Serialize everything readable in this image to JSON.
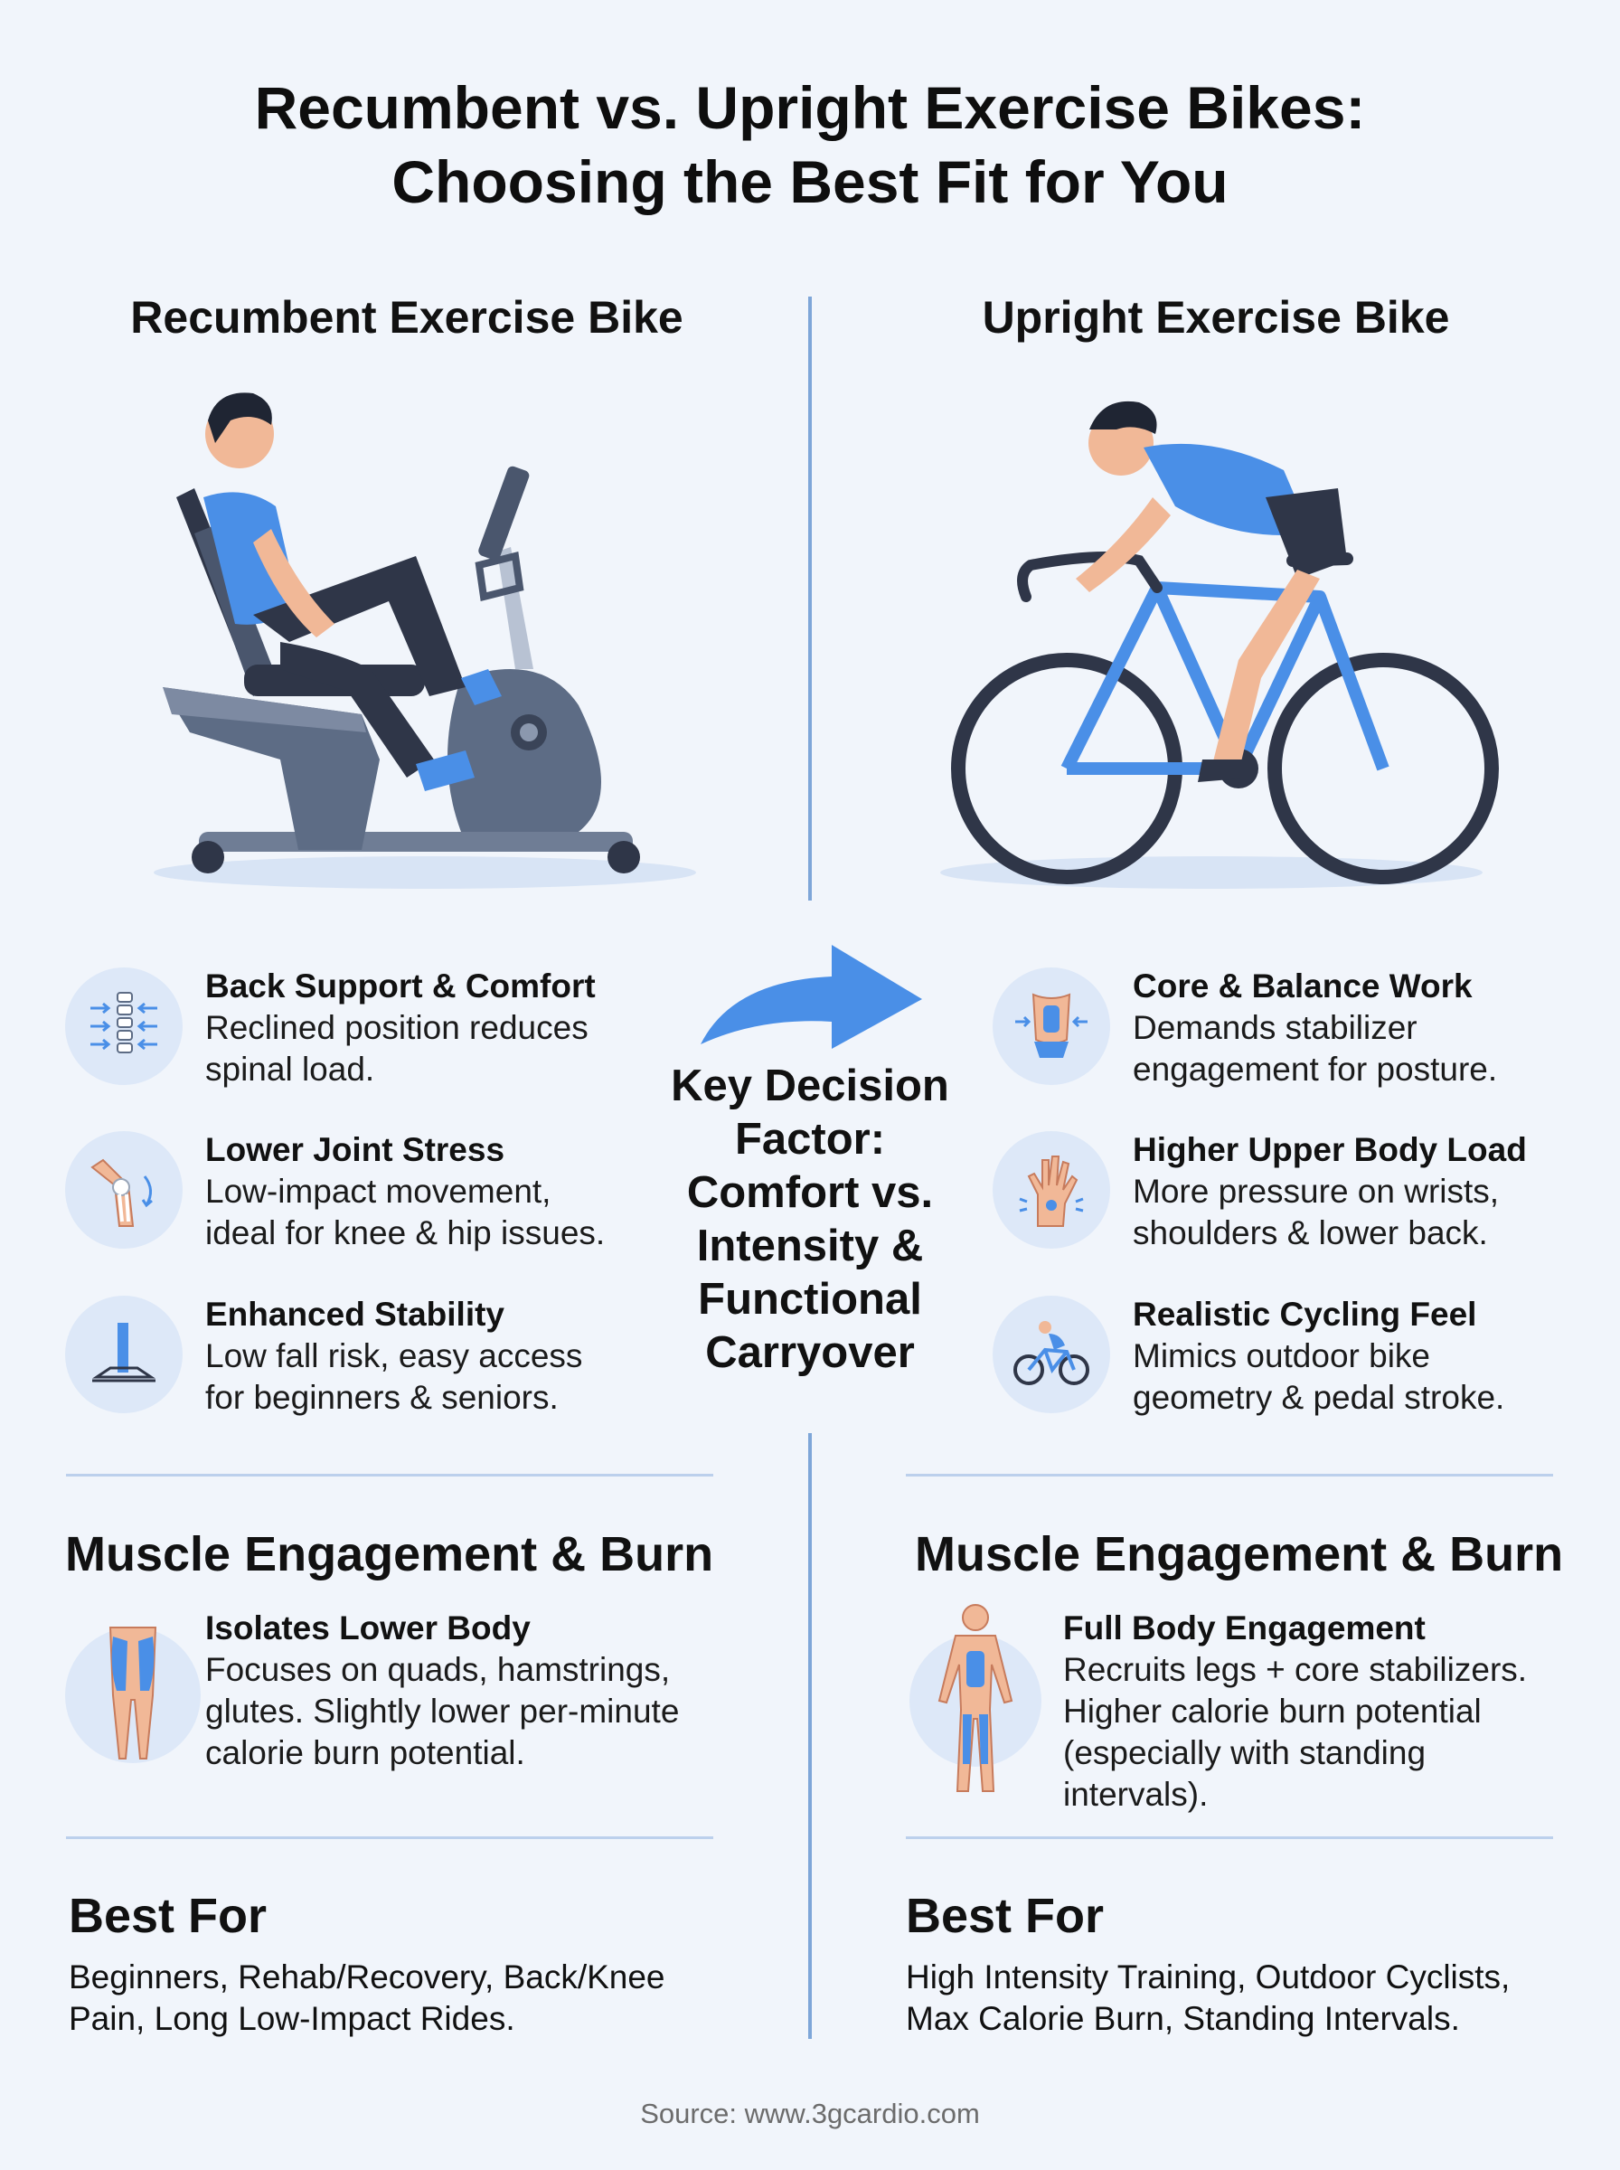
{
  "title": {
    "line1": "Recumbent vs. Upright Exercise Bikes:",
    "line2": "Choosing the Best Fit for You"
  },
  "left": {
    "heading": "Recumbent Exercise Bike",
    "features": [
      {
        "title": "Back Support & Comfort",
        "desc1": "Reclined position reduces",
        "desc2": "spinal load.",
        "icon": "spine-icon"
      },
      {
        "title": "Lower Joint Stress",
        "desc1": "Low-impact movement,",
        "desc2": "ideal for knee & hip issues.",
        "icon": "knee-joint-icon"
      },
      {
        "title": "Enhanced Stability",
        "desc1": "Low fall risk, easy access",
        "desc2": "for beginners & seniors.",
        "icon": "stability-base-icon"
      }
    ],
    "muscle": {
      "heading": "Muscle Engagement & Burn",
      "title": "Isolates Lower Body",
      "lines": [
        "Focuses on quads, hamstrings,",
        "glutes. Slightly lower per-minute",
        "calorie burn potential."
      ],
      "icon": "legs-muscle-icon"
    },
    "best_for": {
      "heading": "Best For",
      "lines": [
        "Beginners, Rehab/Recovery, Back/Knee",
        "Pain, Long Low-Impact Rides."
      ]
    }
  },
  "right": {
    "heading": "Upright Exercise Bike",
    "features": [
      {
        "title": "Core & Balance Work",
        "desc1": "Demands stabilizer",
        "desc2": "engagement for posture.",
        "icon": "core-abs-icon"
      },
      {
        "title": "Higher Upper Body Load",
        "desc1": "More pressure on wrists,",
        "desc2": "shoulders & lower back.",
        "icon": "wrist-hand-icon"
      },
      {
        "title": "Realistic Cycling Feel",
        "desc1": "Mimics outdoor bike",
        "desc2": "geometry & pedal stroke.",
        "icon": "cyclist-icon"
      }
    ],
    "muscle": {
      "heading": "Muscle Engagement & Burn",
      "title": "Full Body Engagement",
      "lines": [
        "Recruits legs + core stabilizers.",
        "Higher calorie burn potential",
        "(especially with standing",
        "intervals)."
      ],
      "icon": "full-body-muscle-icon"
    },
    "best_for": {
      "heading": "Best For",
      "lines": [
        "High Intensity Training, Outdoor Cyclists,",
        "Max Calorie Burn, Standing Intervals."
      ]
    }
  },
  "center": {
    "lines": [
      "Key Decision",
      "Factor:",
      "Comfort vs.",
      "Intensity &",
      "Functional",
      "Carryover"
    ],
    "arrow_icon": "curved-arrow-right-icon"
  },
  "source": "Source: www.3gcardio.com",
  "colors": {
    "accent": "#4a8fe7",
    "bike_gray": "#5d6c85",
    "background": "#f1f5fb",
    "divider": "#7ea6d8"
  }
}
